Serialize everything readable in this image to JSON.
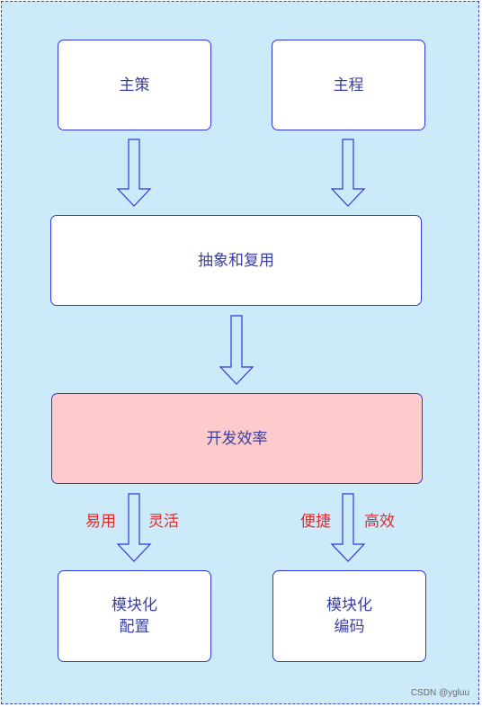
{
  "diagram": {
    "top_left": "主策",
    "top_right": "主程",
    "middle": "抽象和复用",
    "highlight": "开发效率",
    "left_labels": [
      "易用",
      "灵活"
    ],
    "right_labels": [
      "便捷",
      "高效"
    ],
    "bottom_left": [
      "模块化",
      "配置"
    ],
    "bottom_right": [
      "模块化",
      "编码"
    ]
  },
  "watermark": "CSDN @ygluu",
  "colors": {
    "background": "#cdeafb",
    "border": "#2f38d8",
    "highlight_fill": "#fdcbcb",
    "label_text": "#e02b2b"
  }
}
